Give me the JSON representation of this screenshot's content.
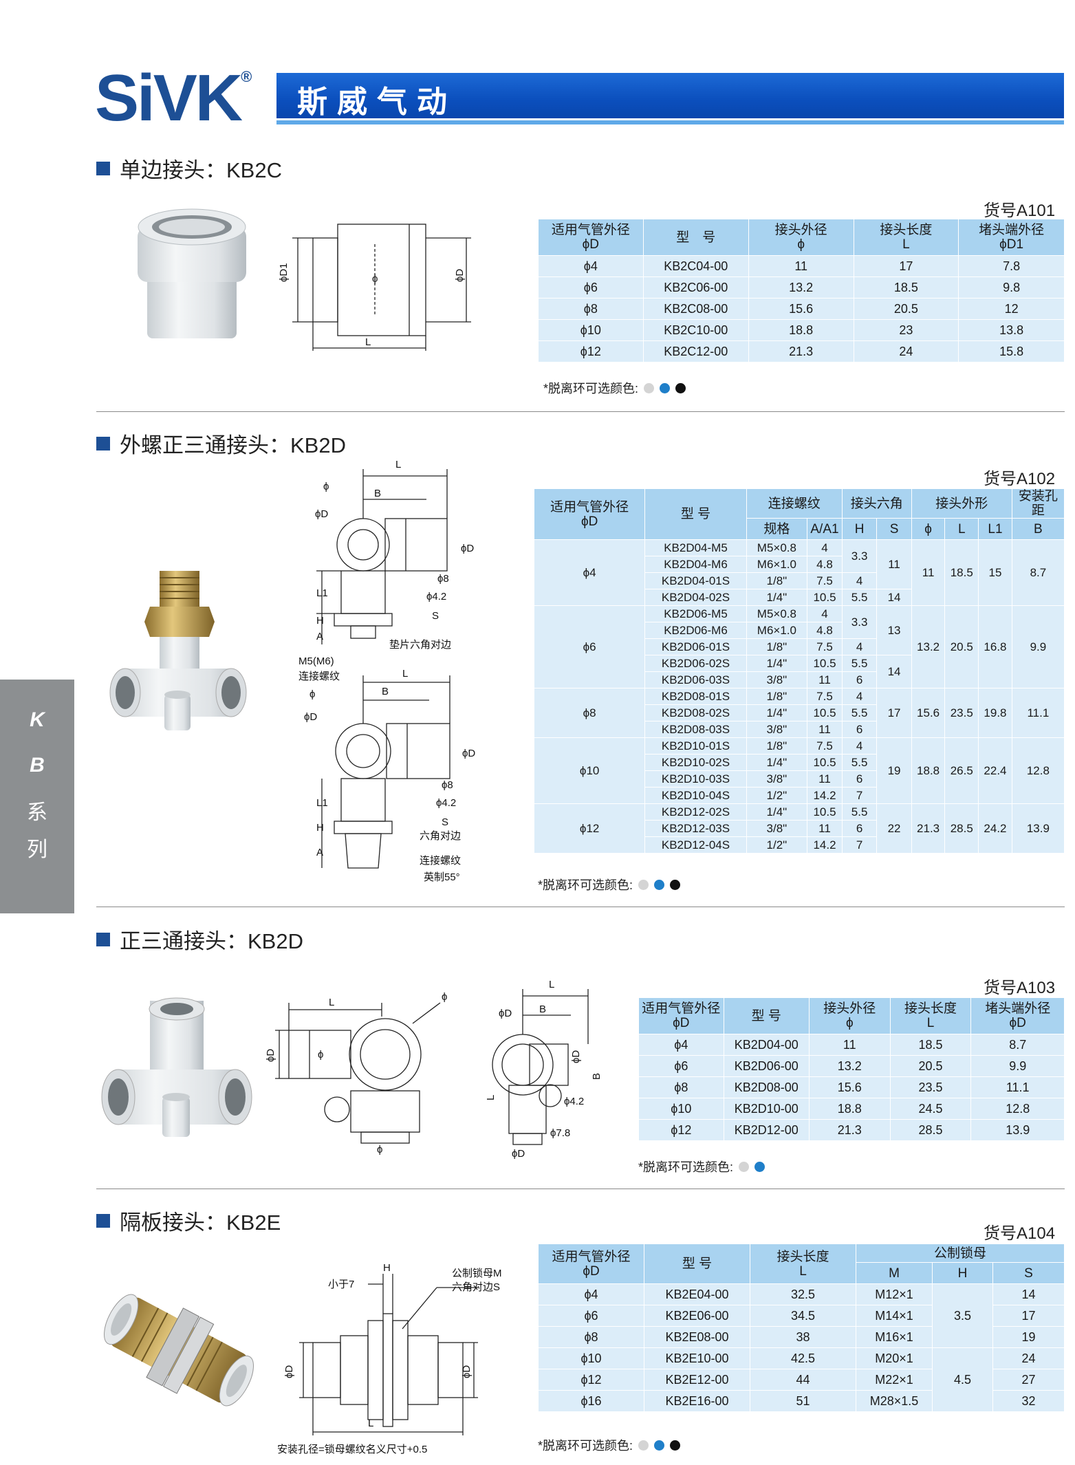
{
  "brand": {
    "logo_text": "SiVK",
    "reg_mark": "®",
    "banner_text": "斯威气动"
  },
  "side_tab": {
    "letters": [
      "K",
      "B",
      "系",
      "列"
    ]
  },
  "colors": {
    "brand_blue": "#1d4f95",
    "banner_blue": "#0b4fbd",
    "table_header": "#a9d3f0",
    "table_body": "#dcedf9",
    "side_tab": "#8c8f91",
    "ring_gray": "#d4d4d4",
    "ring_blue": "#1f7fc9",
    "ring_black": "#111111"
  },
  "s1": {
    "title": "单边接头：KB2C",
    "item_no": "货号A101",
    "headers": [
      [
        "适用气管外径",
        "ϕD"
      ],
      [
        "型　号",
        ""
      ],
      [
        "接头外径",
        "ϕ"
      ],
      [
        "接头长度",
        "L"
      ],
      [
        "堵头端外径",
        "ϕD1"
      ]
    ],
    "rows": [
      [
        "ϕ4",
        "KB2C04-00",
        "11",
        "17",
        "7.8"
      ],
      [
        "ϕ6",
        "KB2C06-00",
        "13.2",
        "18.5",
        "9.8"
      ],
      [
        "ϕ8",
        "KB2C08-00",
        "15.6",
        "20.5",
        "12"
      ],
      [
        "ϕ10",
        "KB2C10-00",
        "18.8",
        "23",
        "13.8"
      ],
      [
        "ϕ12",
        "KB2C12-00",
        "21.3",
        "24",
        "15.8"
      ]
    ],
    "note": "*脱离环可选颜色:",
    "drawing_labels": {
      "d1": "ϕD1",
      "phi": "ϕ",
      "d": "ϕD",
      "l": "L"
    }
  },
  "s2": {
    "title": "外螺正三通接头：KB2D",
    "item_no": "货号A102",
    "h": {
      "d": [
        "适用气管外径",
        "ϕD"
      ],
      "model": "型 号",
      "thread": "连接螺纹",
      "spec": "规格",
      "a": "A/A1",
      "hex": "接头六角",
      "hh": "H",
      "s": "S",
      "shape": "接头外形",
      "phi": "ϕ",
      "l": "L",
      "l1": "L1",
      "hole": "安装孔距",
      "b": "B"
    },
    "groups": [
      {
        "d": "ϕ4",
        "phi": "11",
        "l": "18.5",
        "l1": "15",
        "b": "8.7",
        "rows": [
          [
            "KB2D04-M5",
            "M5×0.8",
            "4"
          ],
          [
            "KB2D04-M6",
            "M6×1.0",
            "4.8"
          ],
          [
            "KB2D04-01S",
            "1/8\"",
            "7.5"
          ],
          [
            "KB2D04-02S",
            "1/4\"",
            "10.5"
          ]
        ]
      },
      {
        "d": "ϕ6",
        "phi": "13.2",
        "l": "20.5",
        "l1": "16.8",
        "b": "9.9",
        "rows": [
          [
            "KB2D06-M5",
            "M5×0.8",
            "4"
          ],
          [
            "KB2D06-M6",
            "M6×1.0",
            "4.8"
          ],
          [
            "KB2D06-01S",
            "1/8\"",
            "7.5"
          ],
          [
            "KB2D06-02S",
            "1/4\"",
            "10.5"
          ],
          [
            "KB2D06-03S",
            "3/8\"",
            "11"
          ]
        ]
      },
      {
        "d": "ϕ8",
        "phi": "15.6",
        "l": "23.5",
        "l1": "19.8",
        "b": "11.1",
        "rows": [
          [
            "KB2D08-01S",
            "1/8\"",
            "7.5"
          ],
          [
            "KB2D08-02S",
            "1/4\"",
            "10.5"
          ],
          [
            "KB2D08-03S",
            "3/8\"",
            "11"
          ]
        ]
      },
      {
        "d": "ϕ10",
        "phi": "18.8",
        "l": "26.5",
        "l1": "22.4",
        "b": "12.8",
        "rows": [
          [
            "KB2D10-01S",
            "1/8\"",
            "7.5"
          ],
          [
            "KB2D10-02S",
            "1/4\"",
            "10.5"
          ],
          [
            "KB2D10-03S",
            "3/8\"",
            "11"
          ],
          [
            "KB2D10-04S",
            "1/2\"",
            "14.2"
          ]
        ]
      },
      {
        "d": "ϕ12",
        "phi": "21.3",
        "l": "28.5",
        "l1": "24.2",
        "b": "13.9",
        "rows": [
          [
            "KB2D12-02S",
            "1/4\"",
            "10.5"
          ],
          [
            "KB2D12-03S",
            "3/8\"",
            "11"
          ],
          [
            "KB2D12-04S",
            "1/2\"",
            "14.2"
          ]
        ]
      }
    ],
    "hex_h": [
      "3.3",
      "4",
      "5.5",
      "3.3",
      "4",
      "5.5",
      "6",
      "4",
      "5.5",
      "6",
      "4",
      "5.5",
      "6",
      "7",
      "5.5",
      "6",
      "7"
    ],
    "hex_s": [
      "11",
      "14",
      "13",
      "14",
      "17",
      "19",
      "22"
    ],
    "note": "*脱离环可选颜色:",
    "drawing_labels": {
      "l": "L",
      "b": "B",
      "phi": "ϕ",
      "d": "ϕD",
      "l1": "L1",
      "h": "H",
      "a": "A",
      "phi8": "ϕ8",
      "phi42": "ϕ4.2",
      "s": "S",
      "washer": "垫片六角对边",
      "m5m6": "M5(M6)",
      "thread": "连接螺纹",
      "hex": "六角对边",
      "thread2": "连接螺纹",
      "brit": "英制55°"
    }
  },
  "s3": {
    "title": "正三通接头：KB2D",
    "item_no": "货号A103",
    "headers": [
      [
        "适用气管外径",
        "ϕD"
      ],
      [
        "型 号",
        ""
      ],
      [
        "接头外径",
        "ϕ"
      ],
      [
        "接头长度",
        "L"
      ],
      [
        "堵头端外径",
        "ϕD"
      ]
    ],
    "rows": [
      [
        "ϕ4",
        "KB2D04-00",
        "11",
        "18.5",
        "8.7"
      ],
      [
        "ϕ6",
        "KB2D06-00",
        "13.2",
        "20.5",
        "9.9"
      ],
      [
        "ϕ8",
        "KB2D08-00",
        "15.6",
        "23.5",
        "11.1"
      ],
      [
        "ϕ10",
        "KB2D10-00",
        "18.8",
        "24.5",
        "12.8"
      ],
      [
        "ϕ12",
        "KB2D12-00",
        "21.3",
        "28.5",
        "13.9"
      ]
    ],
    "note": "*脱离环可选颜色:",
    "drawing_labels": {
      "l": "L",
      "phi": "ϕ",
      "d": "ϕD",
      "b": "B",
      "phi42": "ϕ4.2",
      "phi78": "ϕ7.8"
    }
  },
  "s4": {
    "title": "隔板接头：KB2E",
    "item_no": "货号A104",
    "h": {
      "d": [
        "适用气管外径",
        "ϕD"
      ],
      "model": "型 号",
      "len": [
        "接头长度",
        "L"
      ],
      "nut": "公制锁母",
      "m": "M",
      "hh": "H",
      "s": "S"
    },
    "rows": [
      [
        "ϕ4",
        "KB2E04-00",
        "32.5",
        "M12×1",
        "14"
      ],
      [
        "ϕ6",
        "KB2E06-00",
        "34.5",
        "M14×1",
        "17"
      ],
      [
        "ϕ8",
        "KB2E08-00",
        "38",
        "M16×1",
        "19"
      ],
      [
        "ϕ10",
        "KB2E10-00",
        "42.5",
        "M20×1",
        "24"
      ],
      [
        "ϕ12",
        "KB2E12-00",
        "44",
        "M22×1",
        "27"
      ],
      [
        "ϕ16",
        "KB2E16-00",
        "51",
        "M28×1.5",
        "32"
      ]
    ],
    "h_vals": [
      "3.5",
      "4.5"
    ],
    "note": "*脱离环可选颜色:",
    "drawing_labels": {
      "h": "H",
      "lt7": "小于7",
      "nut": "公制锁母M",
      "hex": "六角对边S",
      "d": "ϕD",
      "l": "L",
      "hole": "安装孔径=锁母螺纹名义尺寸+0.5"
    }
  }
}
